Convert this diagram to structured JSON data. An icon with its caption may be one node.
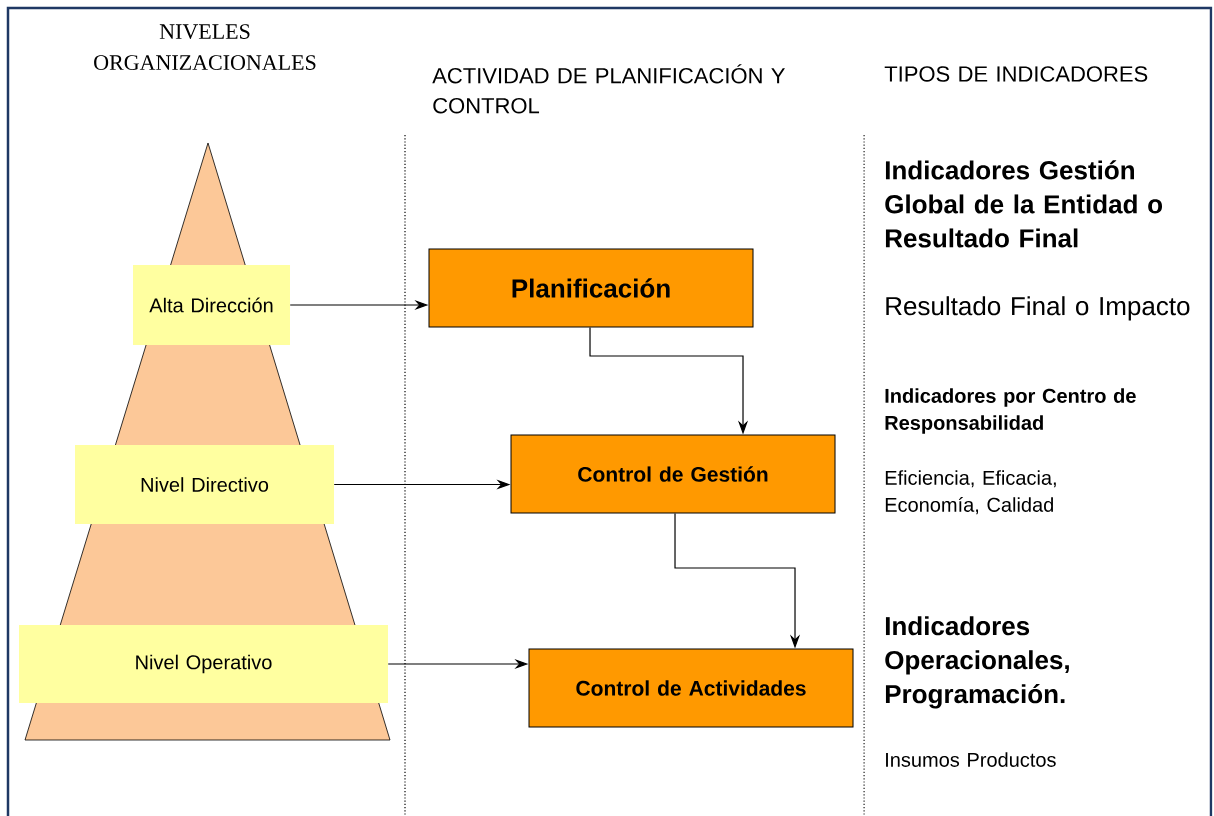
{
  "diagram": {
    "nodes": [
      {
        "text": [
          "Alta Dirección"
        ]
      },
      {
        "text": [
          "Nivel Directivo"
        ]
      },
      {
        "text": [
          "Nivel Operativo"
        ]
      },
      {
        "text": [
          "Planificación"
        ]
      },
      {
        "text": [
          "Control de Gestión"
        ]
      },
      {
        "text": [
          "Control de Actividades"
        ]
      }
    ],
    "edges": [
      {
        "from": 0,
        "to": 3,
        "arrow": "to"
      },
      {
        "from": 1,
        "to": 4,
        "arrow": "to"
      },
      {
        "from": 2,
        "to": 5,
        "arrow": "to"
      },
      {
        "from": 3,
        "to": 4,
        "arrow": "to"
      },
      {
        "from": 4,
        "to": 5,
        "arrow": "to"
      }
    ],
    "labels": [
      "NIVELES ORGANIZACIONALES",
      "ACTIVIDAD DE PLANIFICACIÓN Y CONTROL",
      "TIPOS DE INDICADORES",
      "Indicadores Gestión Global de la Entidad o Resultado Final",
      "Resultado Final o Impacto",
      "Indicadores por Centro de Responsabilidad",
      "Eficiencia, Eficacia, Economía, Calidad",
      "Indicadores Operacionales, Programación.",
      "Insumos Productos"
    ]
  }
}
